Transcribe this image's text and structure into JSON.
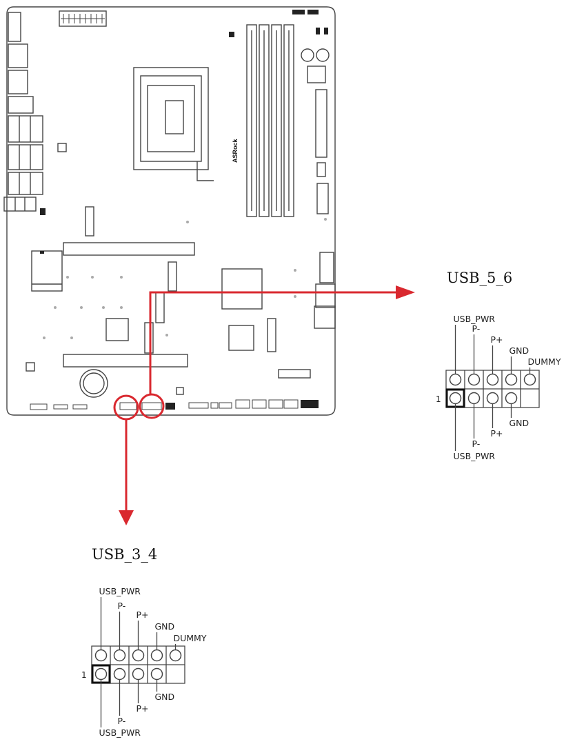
{
  "board": {
    "brand": "ASRock"
  },
  "headers": [
    {
      "id": "usb56",
      "title": "USB_5_6",
      "pin1": "1",
      "top": [
        "USB_PWR",
        "P-",
        "P+",
        "GND",
        "DUMMY"
      ],
      "bottom": [
        "GND",
        "P+",
        "P-",
        "USB_PWR"
      ]
    },
    {
      "id": "usb34",
      "title": "USB_3_4",
      "pin1": "1",
      "top": [
        "USB_PWR",
        "P-",
        "P+",
        "GND",
        "DUMMY"
      ],
      "bottom": [
        "GND",
        "P+",
        "P-",
        "USB_PWR"
      ]
    }
  ],
  "colors": {
    "callout": "#d9282f",
    "line": "#444444"
  }
}
